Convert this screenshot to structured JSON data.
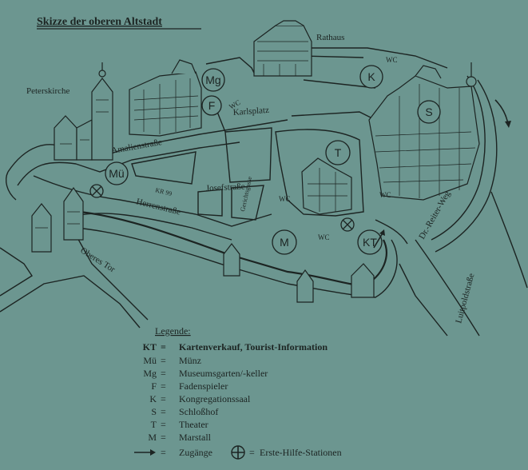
{
  "title": "Skizze der oberen Altstadt",
  "labels": {
    "rathaus": "Rathaus",
    "peterskirche": "Peterskirche",
    "karlsplatz": "Karlsplatz",
    "amalienstrasse": "Amalienstraße",
    "herrenstrasse": "Herrenstraße",
    "josefstrasse": "Josefstraße",
    "gerichtsgasse": "Gerichtsgasse",
    "oberes_tor": "Oberes Tor",
    "dr_reiter_weg": "Dr.-Reiter-Weg",
    "luitpoldstrasse": "Luitpoldstraße",
    "kr99": "KR 99"
  },
  "wc_labels": [
    "WC",
    "WC",
    "WC",
    "WC",
    "WC"
  ],
  "markers": {
    "mg": "Mg",
    "f": "F",
    "k": "K",
    "s": "S",
    "t": "T",
    "mu": "Mü",
    "m": "M",
    "kt": "KT"
  },
  "legend": {
    "heading": "Legende:",
    "items": [
      {
        "code": "KT",
        "text": "Kartenverkauf, Tourist-Information"
      },
      {
        "code": "Mü",
        "text": "Münz"
      },
      {
        "code": "Mg",
        "text": "Museumsgarten/-keller"
      },
      {
        "code": "F",
        "text": "Fadenspieler"
      },
      {
        "code": "K",
        "text": "Kongregationssaal"
      },
      {
        "code": "S",
        "text": "Schloßhof"
      },
      {
        "code": "T",
        "text": "Theater"
      },
      {
        "code": "M",
        "text": "Marstall"
      }
    ],
    "access_text": "Zugänge",
    "first_aid_text": "Erste-Hilfe-Stationen"
  }
}
